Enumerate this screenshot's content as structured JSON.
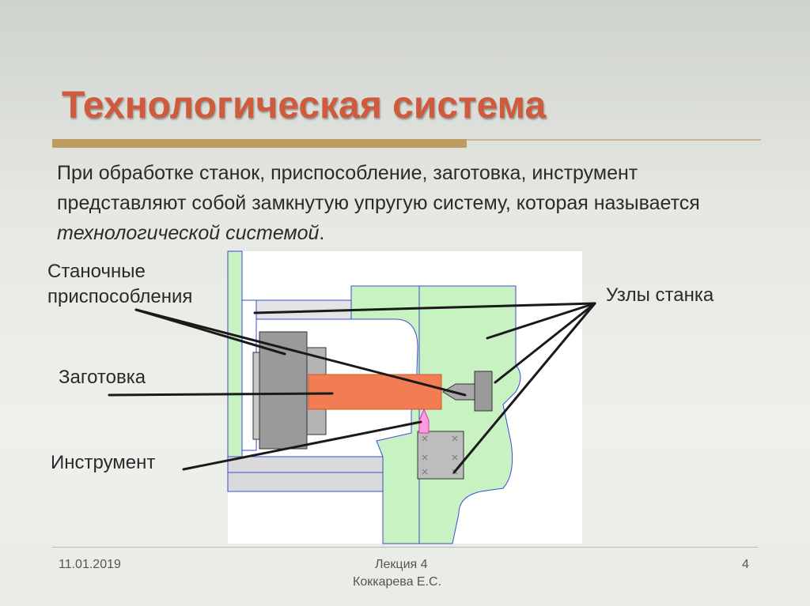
{
  "slide": {
    "title": "Технологическая система",
    "body_part1": "При обработке станок, приспособление, заготовка, инструмент  представляют собой замкнутую упругую систему, которая называется ",
    "body_emphasis": "технологической системой",
    "body_end": "."
  },
  "labels": {
    "fixtures": "Станочные приспособления",
    "workpiece": "Заготовка",
    "tool": "Инструмент",
    "machine_units": "Узлы станка"
  },
  "footer": {
    "date": "11.01.2019",
    "lecture": "Лекция 4",
    "author": "Коккарева Е.С.",
    "page": "4"
  },
  "colors": {
    "title": "#d05a3c",
    "machine_body": "#c9f2c2",
    "workpiece": "#f27d52",
    "chuck": "#9a9a9a",
    "outline": "#3a4bd8"
  }
}
